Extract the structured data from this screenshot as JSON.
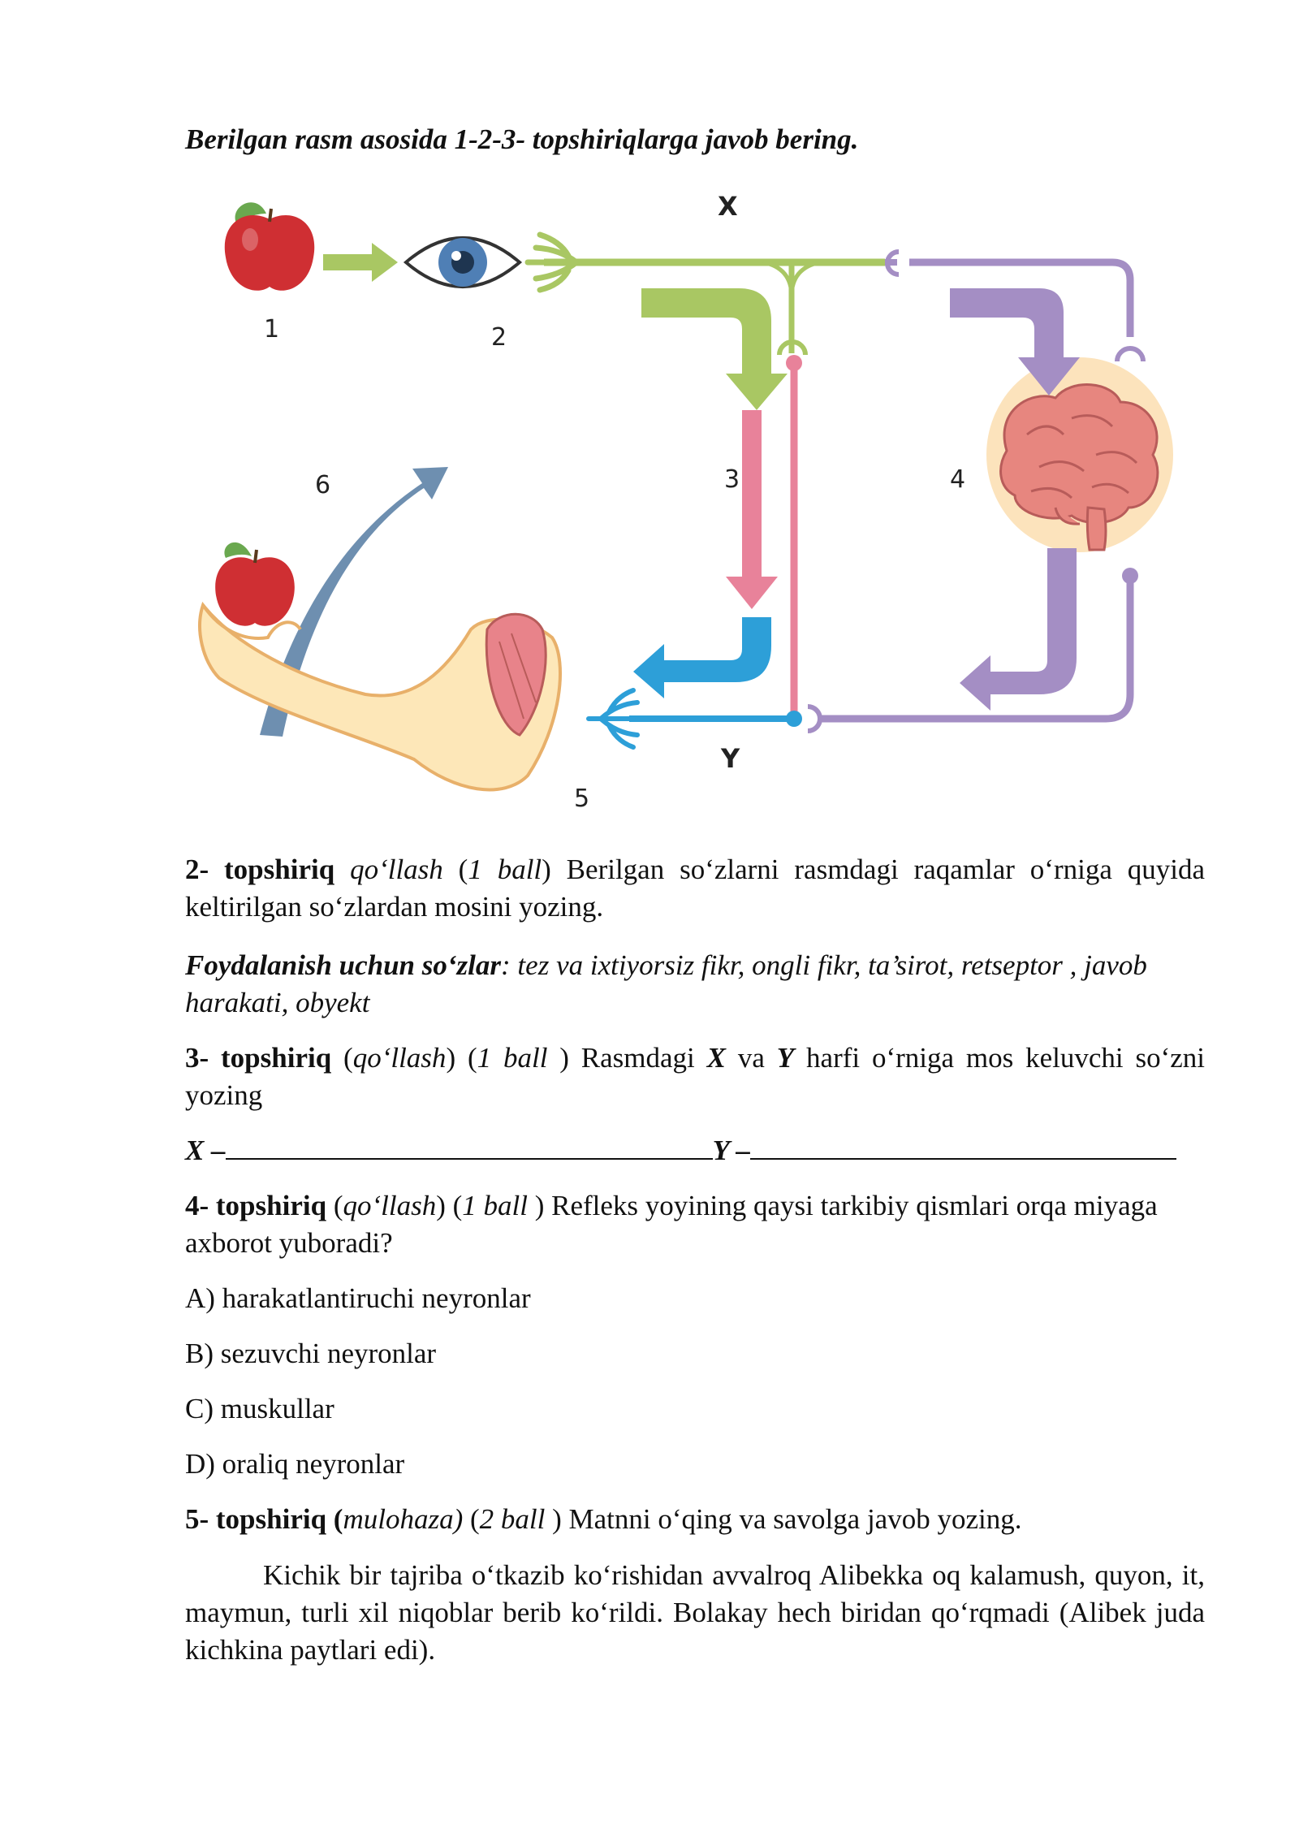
{
  "intro": "Berilgan rasm asosida 1-2-3- topshiriqlarga javob bering.",
  "diagram": {
    "labels": [
      "1",
      "2",
      "3",
      "4",
      "5",
      "6"
    ],
    "letter_x": "X",
    "letter_y": "Y"
  },
  "task2": {
    "num": "2- topshiriq",
    "type": "qo‘llash",
    "lparen": " (",
    "points": "1 ball",
    "rest": ") Berilgan so‘zlarni rasmdagi raqamlar o‘rniga quyida keltirilgan so‘zlardan mosini yozing."
  },
  "words": {
    "label": "Foydalanish uchun so‘zlar",
    "list": ": tez va ixtiyorsiz fikr, ongli fikr, ta’sirot, retseptor , javob harakati, obyekt"
  },
  "task3": {
    "num": "3- topshiriq",
    "lparen": " (",
    "type": "qo‘llash",
    "mid": ") (",
    "points": "1 ball",
    "text1": " ) Rasmdagi ",
    "x": "X",
    "va": " va ",
    "y": "Y",
    "text2": " harfi o‘rniga mos keluvchi so‘zni yozing"
  },
  "answers": {
    "x_label": "X –",
    "y_label": "Y –"
  },
  "task4": {
    "num": "4- topshiriq",
    "lparen": " (",
    "type": "qo‘llash",
    "mid": ") (",
    "points": "1 ball",
    "question": " ) Refleks yoyining qaysi tarkibiy qismlari orqa miyaga axborot yuboradi?",
    "options": [
      "A) harakatlantiruchi neyronlar",
      "B) sezuvchi neyronlar",
      "C) muskullar",
      "D) oraliq neyronlar"
    ]
  },
  "task5": {
    "num": "5- topshiriq (",
    "type": "mulohaza)",
    "mid": " (",
    "points": "2 ball",
    "rest": " ) Matnni o‘qing va savolga javob yozing."
  },
  "passage": "Kichik bir tajriba o‘tkazib ko‘rishidan avvalroq Alibekka oq kalamush, quyon, it, maymun, turli xil niqoblar berib ko‘rildi. Bolakay hech biridan qo‘rqmadi (Alibek juda kichkina paytlari edi).",
  "colors": {
    "green": "#a9c763",
    "pink": "#e8829a",
    "purple": "#a48ec4",
    "blue": "#2d9fd8",
    "apple": "#cf2f33",
    "brain": "#e7867f"
  }
}
